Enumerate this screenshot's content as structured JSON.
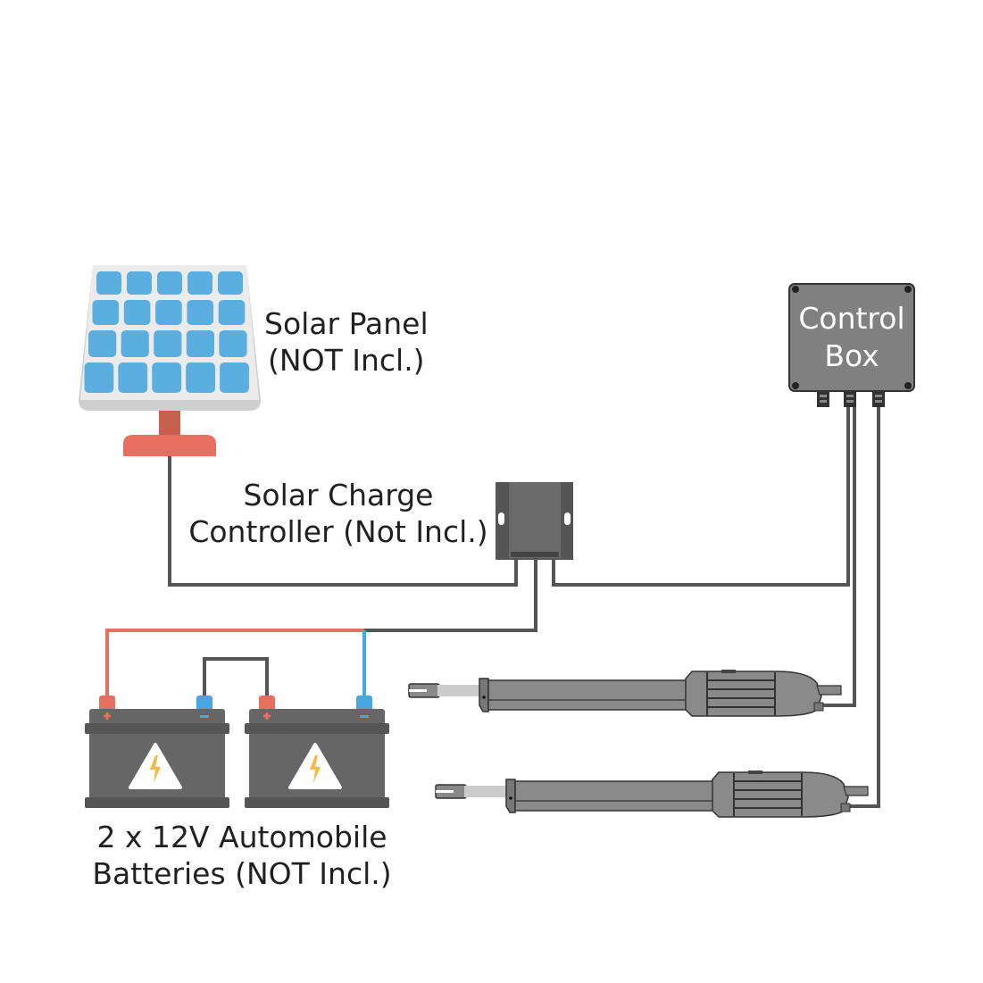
{
  "labels": {
    "solar_panel": [
      "Solar Panel",
      "(NOT Incl.)"
    ],
    "charge_controller": [
      "Solar Charge",
      "Controller (Not Incl.)"
    ],
    "control_box": [
      "Control",
      "Box"
    ],
    "batteries": [
      "2 x 12V Automobile",
      "Batteries (NOT Incl.)"
    ]
  },
  "colors": {
    "wire": "#555555",
    "positive": "#e76f5f",
    "negative": "#45a8e0",
    "solar_cell": "#5aaee0",
    "battery_body": "#666666",
    "control_box": "#808080"
  }
}
